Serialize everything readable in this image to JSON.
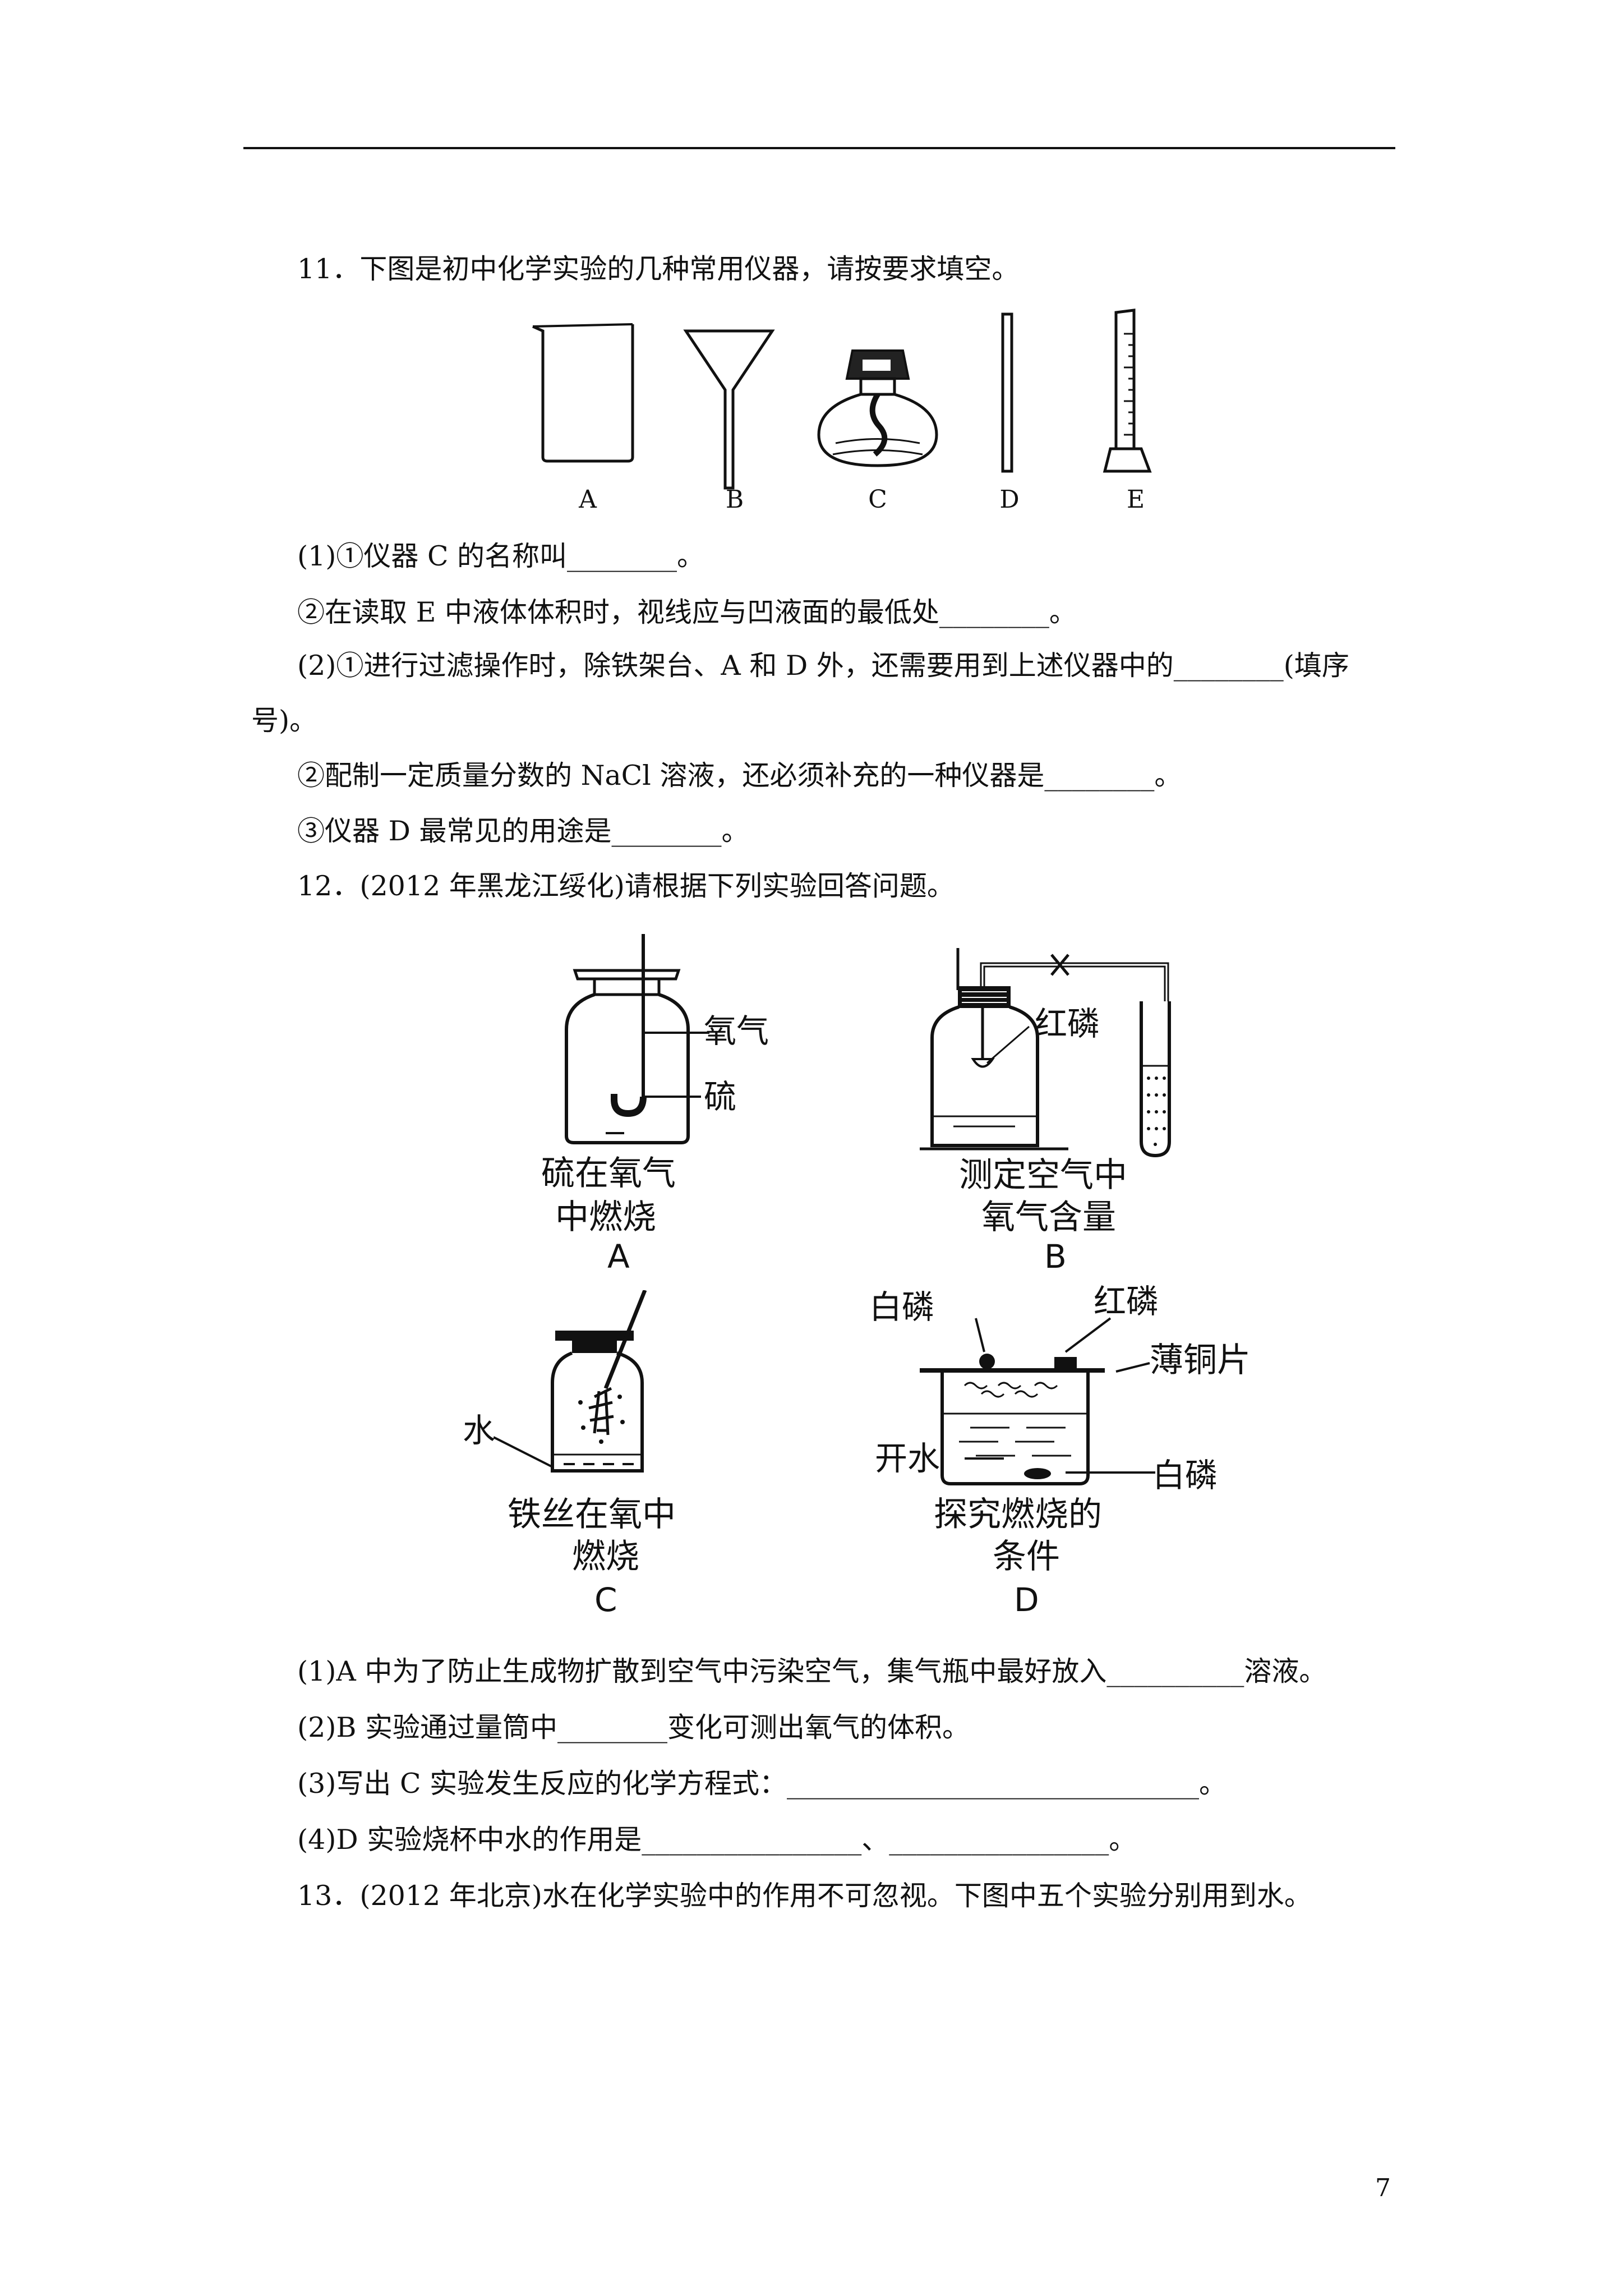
{
  "q11": {
    "title": "11．下图是初中化学实验的几种常用仪器，请按要求填空。",
    "instrument_labels": [
      "A",
      "B",
      "C",
      "D",
      "E"
    ],
    "lines": [
      "(1)①仪器 C 的名称叫________。",
      "②在读取 E 中液体体积时，视线应与凹液面的最低处________。",
      "(2)①进行过滤操作时，除铁架台、A 和 D 外，还需要用到上述仪器中的________(填序",
      "号)。",
      "②配制一定质量分数的 NaCl 溶液，还必须补充的一种仪器是________。",
      "③仪器 D 最常见的用途是________。"
    ]
  },
  "q12": {
    "title": "12．(2012 年黑龙江绥化)请根据下列实验回答问题。",
    "figA": {
      "label_oxygen": "氧气",
      "label_sulfur": "硫",
      "caption1": "硫在氧气",
      "caption2": "中燃烧",
      "letter": "A"
    },
    "figB": {
      "label_red_p": "红磷",
      "caption1": "测定空气中",
      "caption2": "氧气含量",
      "letter": "B"
    },
    "figC": {
      "label_water": "水",
      "caption1": "铁丝在氧中",
      "caption2": "燃烧",
      "letter": "C"
    },
    "figD": {
      "label_white_p_top": "白磷",
      "label_red_p": "红磷",
      "label_copper": "薄铜片",
      "label_hot_water": "开水",
      "label_white_p_bottom": "白磷",
      "caption1": "探究燃烧的",
      "caption2": "条件",
      "letter": "D"
    },
    "lines": [
      "(1)A 中为了防止生成物扩散到空气中污染空气，集气瓶中最好放入__________溶液。",
      "(2)B 实验通过量筒中________变化可测出氧气的体积。",
      "(3)写出 C 实验发生反应的化学方程式：______________________________。",
      "(4)D 实验烧杯中水的作用是________________、________________。"
    ]
  },
  "q13": {
    "title": "13．(2012 年北京)水在化学实验中的作用不可忽视。下图中五个实验分别用到水。"
  },
  "page_number": "7"
}
